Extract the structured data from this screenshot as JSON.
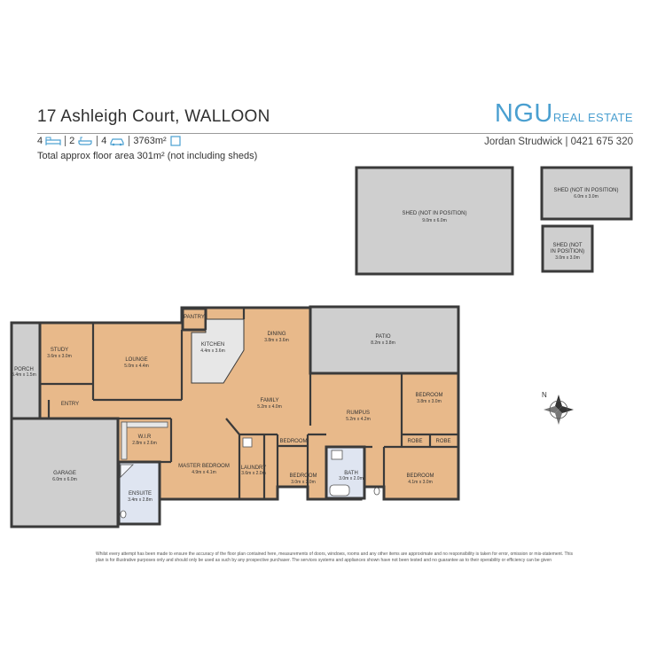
{
  "header": {
    "title": "17 Ashleigh Court, WALLOON",
    "brand_main": "NGU",
    "brand_sub": "REAL ESTATE",
    "agent": "Jordan Strudwick | 0421 675 320"
  },
  "stats": {
    "beds": "4",
    "bed_icon": "bed-icon",
    "baths": "2",
    "bath_icon": "bath-icon",
    "cars": "4",
    "car_icon": "car-icon",
    "land": "3763m²",
    "land_icon": "land-area-icon",
    "area_note": "Total approx floor area 301m² (not including sheds)"
  },
  "rooms": {
    "shed_large": {
      "name": "SHED (NOT IN POSITION)",
      "dim": "9.0m x 6.0m"
    },
    "shed_medium": {
      "name": "SHED (NOT IN POSITION)",
      "dim": "6.0m x 3.0m"
    },
    "shed_small": {
      "name_1": "SHED (NOT",
      "name_2": "IN POSITION)",
      "dim": "3.0m x 3.0m"
    },
    "pantry": {
      "name": "PANTRY"
    },
    "kitchen": {
      "name": "KITCHEN",
      "dim": "4.4m x 3.6m"
    },
    "dining": {
      "name": "DINING",
      "dim": "3.8m x 3.6m"
    },
    "patio": {
      "name": "PATIO",
      "dim": "8.2m x 3.8m"
    },
    "study": {
      "name": "STUDY",
      "dim": "3.6m x 3.0m"
    },
    "lounge": {
      "name": "LOUNGE",
      "dim": "5.0m x 4.4m"
    },
    "porch": {
      "name": "PORCH",
      "dim": "5.4m x 1.5m"
    },
    "entry": {
      "name": "ENTRY"
    },
    "family": {
      "name": "FAMILY",
      "dim": "5.2m x 4.0m"
    },
    "rumpus": {
      "name": "RUMPUS",
      "dim": "5.2m x 4.2m"
    },
    "bedroom_ne": {
      "name": "BEDROOM",
      "dim": "3.8m x 3.0m"
    },
    "wir": {
      "name": "W.I.R",
      "dim": "2.8m x 2.6m"
    },
    "master": {
      "name": "MASTER BEDROOM",
      "dim": "4.9m x 4.1m"
    },
    "laundry": {
      "name": "LAUNDRY",
      "dim": "3.6m x 2.0m"
    },
    "bedroom_label": {
      "name": "BEDROOM"
    },
    "bedroom_mid": {
      "name": "BEDROOM",
      "dim": "3.0m x 3.0m"
    },
    "bath": {
      "name": "BATH",
      "dim": "3.0m x 2.0m"
    },
    "robe_1": {
      "name": "ROBE"
    },
    "robe_2": {
      "name": "ROBE"
    },
    "bedroom_se": {
      "name": "BEDROOM",
      "dim": "4.1m x 3.0m"
    },
    "garage": {
      "name": "GARAGE",
      "dim": "6.0m x 6.0m"
    },
    "ensuite": {
      "name": "ENSUITE",
      "dim": "3.4m x 2.8m"
    }
  },
  "compass": {
    "label": "N",
    "icon": "compass-icon"
  },
  "colors": {
    "room": "#e8b98a",
    "outdoor": "#cfcfcf",
    "wet": "#dfe5f1",
    "wall": "#3a3a3a",
    "brand": "#4a9fd0"
  },
  "disclaimer": "Whilst every attempt has been made to ensure the accuracy of the floor plan contained here, measurements of doors, windows, rooms and any other items are approximate and no responsibility is taken for error, omission or mis-statement. This plan is for illustrative purposes only and should only be used as such by any prospective purchaser. The services systems and appliances shown have not been tested and no guarantee as to their operability or efficiency can be given"
}
